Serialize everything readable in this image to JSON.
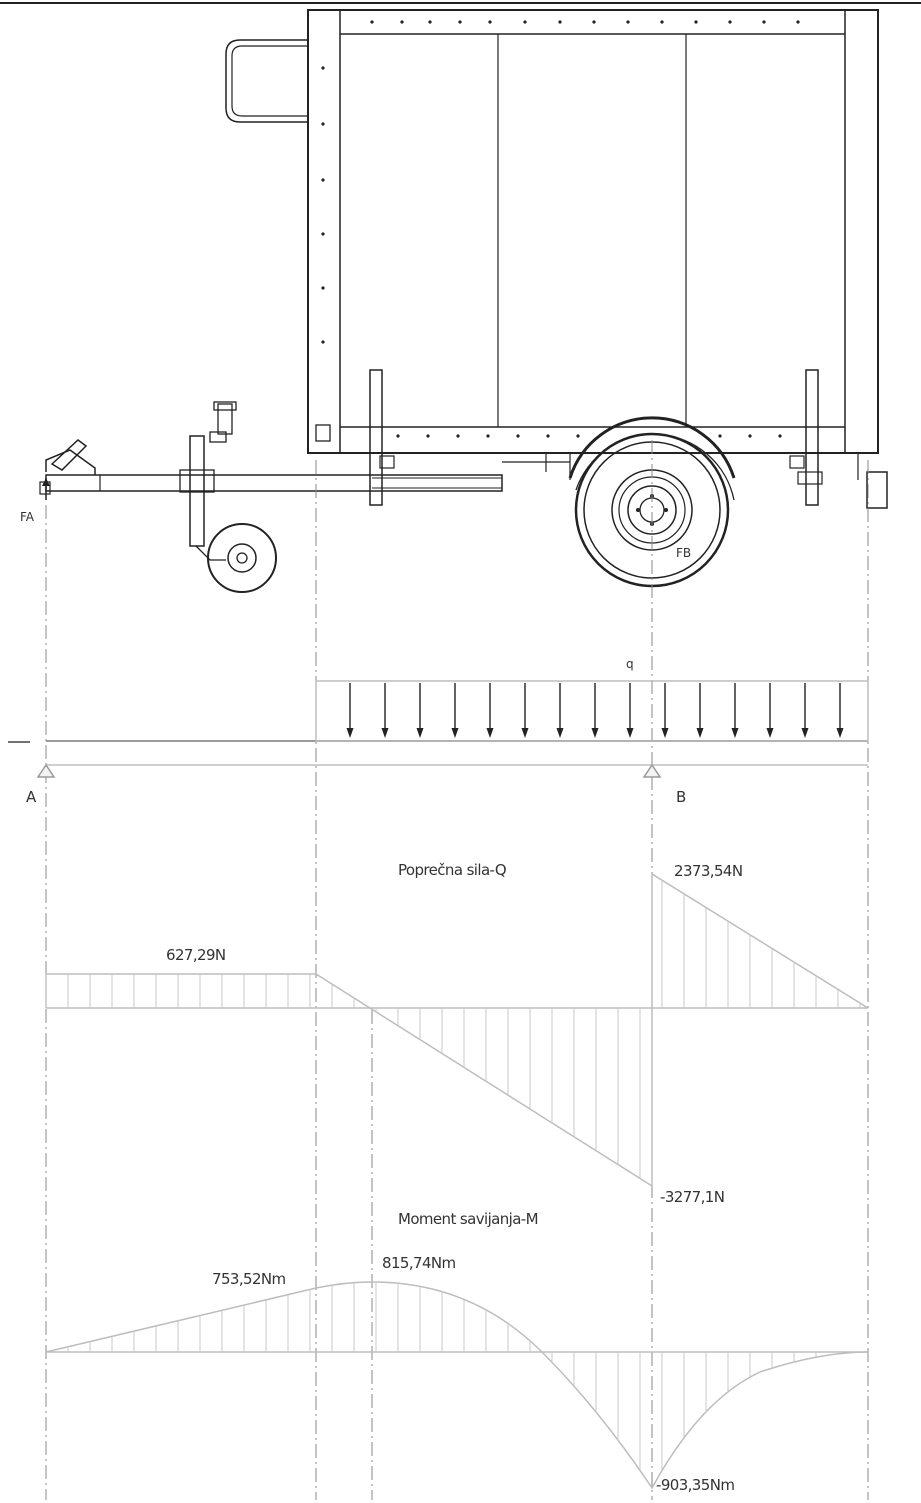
{
  "diagram": {
    "labels": {
      "force_a": "FA",
      "force_b": "FB",
      "load_q": "q",
      "support_a": "A",
      "support_b": "B",
      "shear_title": "Poprečna sila-Q",
      "moment_title": "Moment savijanja-M"
    },
    "shear_values": {
      "left_span": "627,29N",
      "b_right": "2373,54N",
      "b_left": "-3277,1N"
    },
    "moment_values": {
      "at_load_start": "753,52Nm",
      "maximum": "815,74Nm",
      "at_b": "-903,35Nm"
    },
    "colors": {
      "drawing_ink": "#222222",
      "diagram_grey": "#bdbdbd",
      "label_text": "#333333"
    }
  }
}
